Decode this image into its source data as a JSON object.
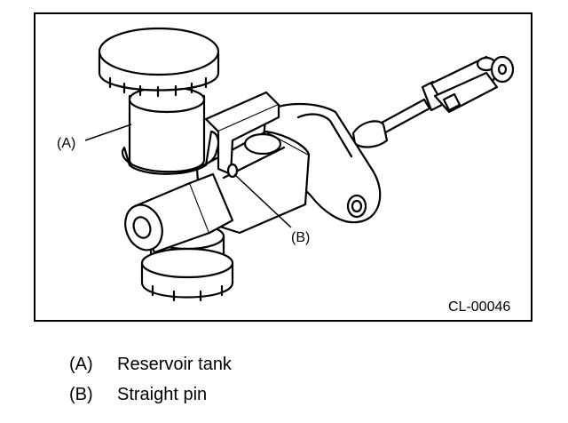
{
  "figure": {
    "code": "CL-00046",
    "callouts": [
      {
        "id": "A",
        "text": "(A)"
      },
      {
        "id": "B",
        "text": "(B)"
      }
    ]
  },
  "legend": [
    {
      "key": "(A)",
      "text": "Reservoir tank"
    },
    {
      "key": "(B)",
      "text": "Straight pin"
    }
  ]
}
